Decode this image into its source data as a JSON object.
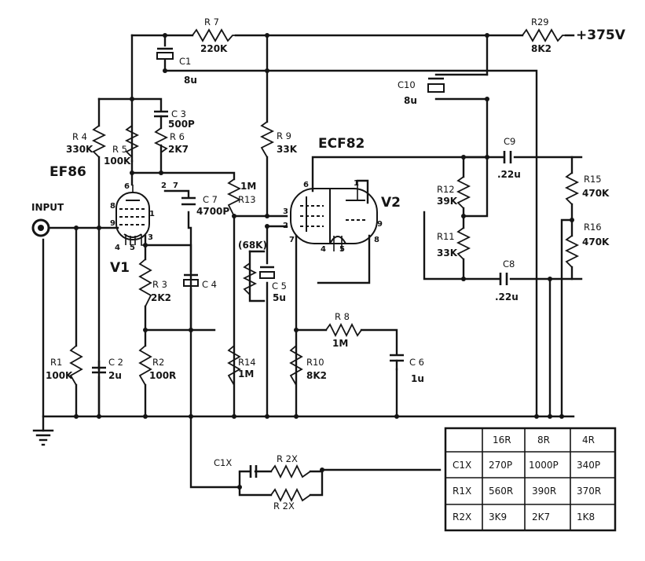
{
  "supply": "+375V",
  "tubes": {
    "v1": {
      "type": "EF86",
      "label": "V1"
    },
    "v2": {
      "type": "ECF82",
      "label": "V2"
    }
  },
  "input_label": "INPUT",
  "components": {
    "r29": {
      "ref": "R29",
      "value": "8K2"
    },
    "r7": {
      "ref": "R 7",
      "value": "220K"
    },
    "c1": {
      "ref": "C1",
      "value": "8u"
    },
    "c10": {
      "ref": "C10",
      "value": "8u"
    },
    "c3": {
      "ref": "C 3",
      "value": "500P"
    },
    "r4": {
      "ref": "R 4",
      "value": "330K"
    },
    "r5": {
      "ref": "R 5",
      "value": "100K"
    },
    "r6": {
      "ref": "R 6",
      "value": "2K7"
    },
    "r9": {
      "ref": "R 9",
      "value": "33K"
    },
    "c7": {
      "ref": "C 7",
      "value": "4700P"
    },
    "r13": {
      "ref": "R13",
      "value": "1M"
    },
    "c9": {
      "ref": "C9",
      "value": ".22u"
    },
    "r12": {
      "ref": "R12",
      "value": "39K"
    },
    "r11": {
      "ref": "R11",
      "value": "33K"
    },
    "r15": {
      "ref": "R15",
      "value": "470K"
    },
    "r16": {
      "ref": "R16",
      "value": "470K"
    },
    "c8": {
      "ref": "C8",
      "value": ".22u"
    },
    "r68": {
      "value": "(68K)"
    },
    "c5": {
      "ref": "C 5",
      "value": "5u"
    },
    "r3": {
      "ref": "R 3",
      "value": "2K2"
    },
    "c4": {
      "ref": "C 4",
      "value": ""
    },
    "r8": {
      "ref": "R 8",
      "value": "1M"
    },
    "r1": {
      "ref": "R1",
      "value": "100K"
    },
    "c2": {
      "ref": "C 2",
      "value": "2u"
    },
    "r2": {
      "ref": "R2",
      "value": "100R"
    },
    "r14": {
      "ref": "R14",
      "value": "1M"
    },
    "r10": {
      "ref": "R10",
      "value": "8K2"
    },
    "c6": {
      "ref": "C 6",
      "value": "1u"
    },
    "c1x": {
      "ref": "C1X"
    },
    "r2x_a": {
      "ref": "R 2X"
    },
    "r2x_b": {
      "ref": "R 2X"
    }
  },
  "pins": {
    "v1": [
      "6",
      "2",
      "7",
      "8",
      "9",
      "1",
      "4",
      "5",
      "3"
    ],
    "v2": [
      "6",
      "1",
      "3",
      "2",
      "9",
      "7",
      "4",
      "5",
      "8"
    ]
  },
  "table": {
    "headers": [
      "",
      "16R",
      "8R",
      "4R"
    ],
    "rows": [
      [
        "C1X",
        "270P",
        "1000P",
        "340P"
      ],
      [
        "R1X",
        "560R",
        "390R",
        "370R"
      ],
      [
        "R2X",
        "3K9",
        "2K7",
        "1K8"
      ]
    ]
  }
}
